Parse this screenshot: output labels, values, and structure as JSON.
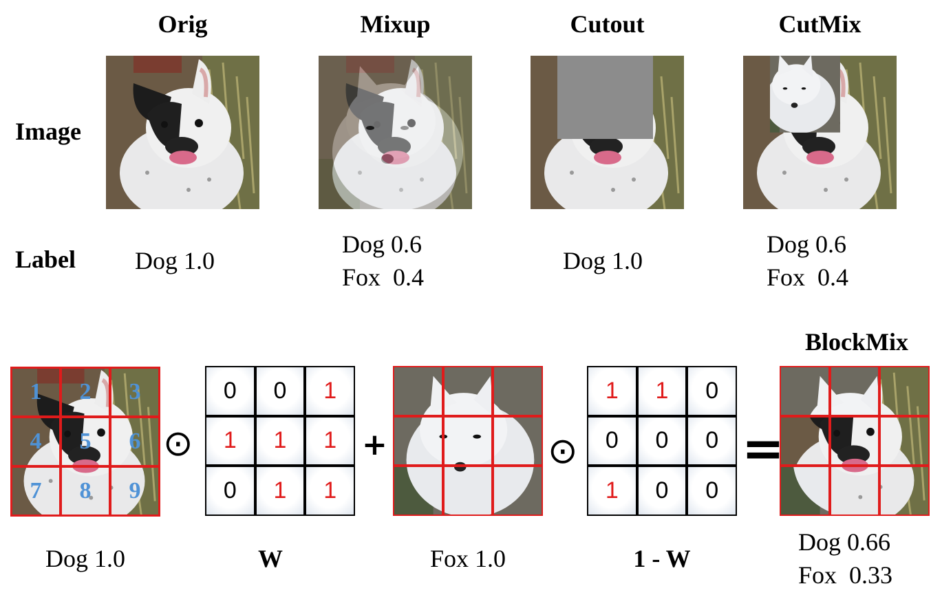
{
  "top": {
    "columns": [
      {
        "header": "Orig",
        "label": "Dog 1.0"
      },
      {
        "header": "Mixup",
        "label": "Dog 0.6\nFox  0.4"
      },
      {
        "header": "Cutout",
        "label": "Dog 1.0"
      },
      {
        "header": "CutMix",
        "label": "Dog 0.6\nFox  0.4"
      }
    ],
    "row_labels": {
      "image": "Image",
      "label": "Label"
    }
  },
  "bottom": {
    "dog_block_numbers": [
      "1",
      "2",
      "3",
      "4",
      "5",
      "6",
      "7",
      "8",
      "9"
    ],
    "dog_caption": "Dog 1.0",
    "w_matrix": [
      "0",
      "0",
      "1",
      "1",
      "1",
      "1",
      "0",
      "1",
      "1"
    ],
    "w_caption": "W",
    "fox_caption": "Fox 1.0",
    "one_minus_w_matrix": [
      "1",
      "1",
      "0",
      "0",
      "0",
      "0",
      "1",
      "0",
      "0"
    ],
    "one_minus_w_caption": "1 - W",
    "result_title": "BlockMix",
    "result_label": "Dog 0.66\nFox  0.33",
    "operators": {
      "hadamard": "⊙",
      "plus": "+",
      "equals": "="
    }
  },
  "colors": {
    "grid_red": "#e01b1b",
    "highlight_one": "#e01b1b",
    "block_number_blue": "#4f92d6",
    "cutout_gray": "#8c8c8c"
  },
  "icons": [
    "dog-photo",
    "fox-photo"
  ]
}
